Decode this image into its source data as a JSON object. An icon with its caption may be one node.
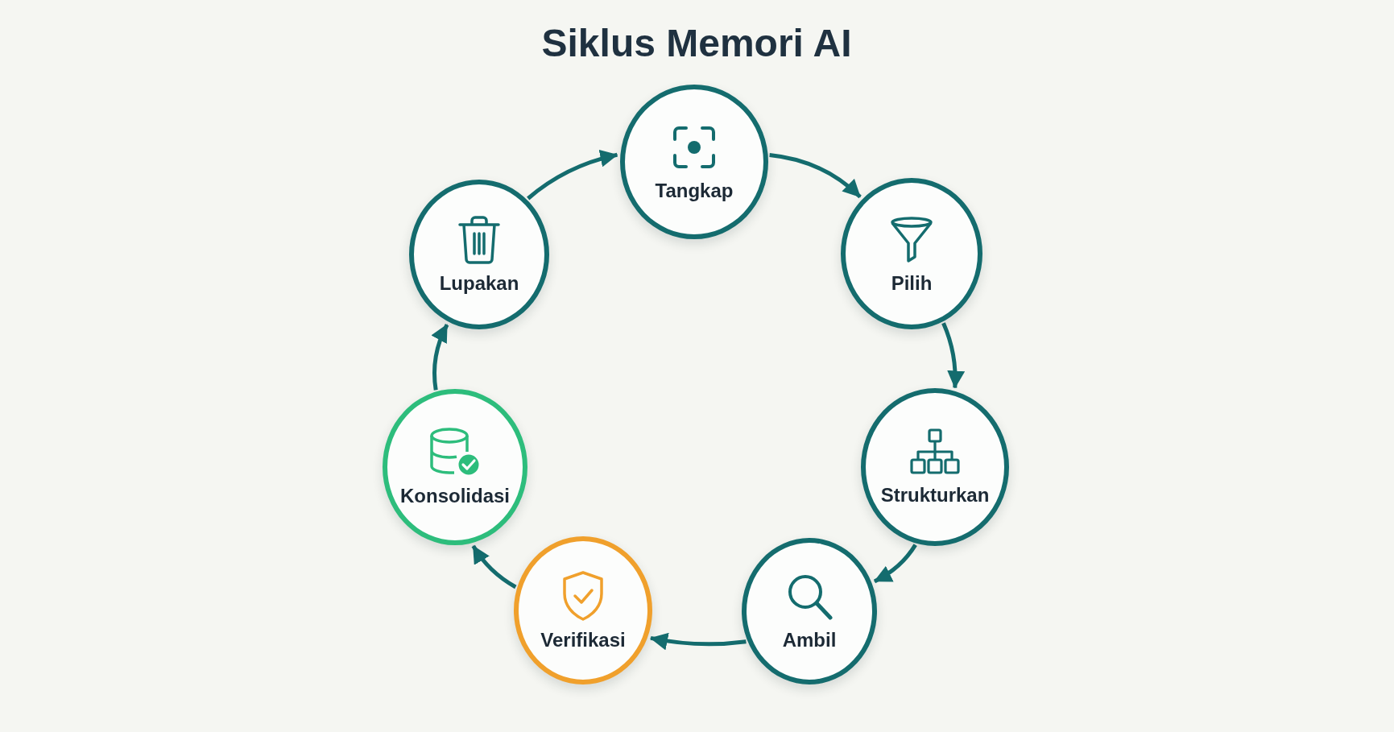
{
  "diagram": {
    "title": "Siklus Memori AI",
    "nodes": [
      {
        "text": [
          "Tangkap"
        ]
      },
      {
        "text": [
          "Pilih"
        ]
      },
      {
        "text": [
          "Strukturkan"
        ]
      },
      {
        "text": [
          "Ambil"
        ]
      },
      {
        "text": [
          "Verifikasi"
        ]
      },
      {
        "text": [
          "Konsolidasi"
        ]
      },
      {
        "text": [
          "Lupakan"
        ]
      }
    ],
    "edges": [
      {
        "from": 0,
        "to": 1,
        "arrow": "to"
      },
      {
        "from": 1,
        "to": 2,
        "arrow": "to"
      },
      {
        "from": 2,
        "to": 3,
        "arrow": "to"
      },
      {
        "from": 3,
        "to": 4,
        "arrow": "to"
      },
      {
        "from": 4,
        "to": 5,
        "arrow": "to"
      },
      {
        "from": 5,
        "to": 6,
        "arrow": "to"
      },
      {
        "from": 6,
        "to": 0,
        "arrow": "to"
      }
    ]
  }
}
